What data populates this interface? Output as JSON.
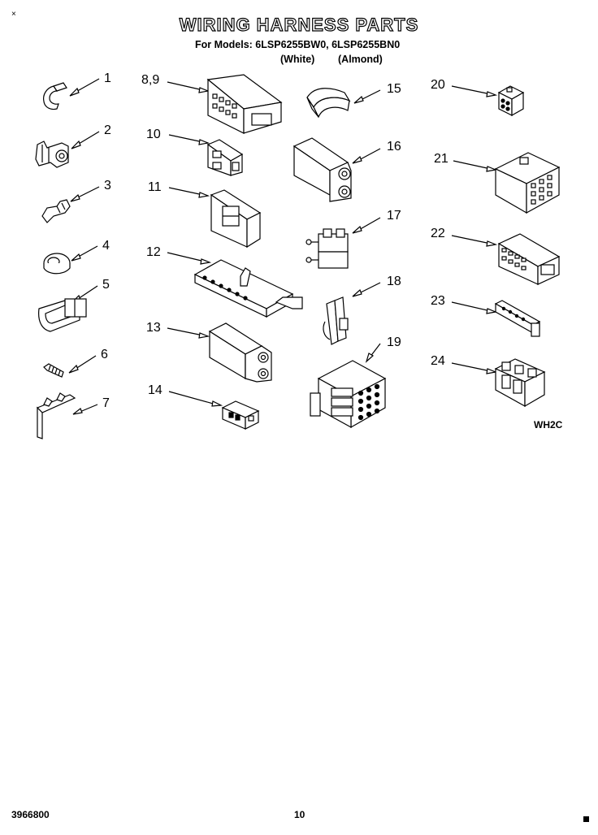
{
  "header": {
    "title": "WIRING HARNESS PARTS",
    "models_line": "For Models: 6LSP6255BW0, 6LSP6255BN0",
    "color_white": "(White)",
    "color_almond": "(Almond)",
    "corner_mark": "×"
  },
  "callouts": [
    "1",
    "2",
    "3",
    "4",
    "5",
    "6",
    "7",
    "8,9",
    "10",
    "11",
    "12",
    "13",
    "14",
    "15",
    "16",
    "17",
    "18",
    "19",
    "20",
    "21",
    "22",
    "23",
    "24"
  ],
  "diagram_code": "WH2C",
  "footer": {
    "doc_number": "3966800",
    "page_number": "10"
  }
}
